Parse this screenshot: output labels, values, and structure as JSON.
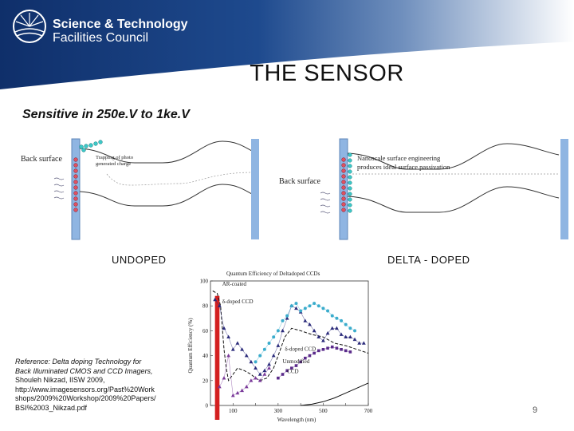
{
  "header": {
    "org_line1": "Science & Technology",
    "org_line2": "Facilities Council"
  },
  "slide": {
    "title": "THE SENSOR",
    "subtitle": "Sensitive in 250e.V to 1ke.V",
    "page_number": "9"
  },
  "diagram_left": {
    "back_surface": "Back surface",
    "annotation_line1": "Trapping of photo",
    "annotation_line2": "generated charge",
    "caption": "UNDOPED"
  },
  "diagram_right": {
    "back_surface": "Back surface",
    "annotation_line1": "Nanoscale surface engineering",
    "annotation_line2": "produces ideal surface passivation",
    "caption": "DELTA - DOPED"
  },
  "reference": {
    "line1": "Reference: Delta doping Technology for",
    "line2": "Back Illuminated CMOS and CCD Imagers,",
    "line3": "Shouleh Nikzad, IISW 2009,",
    "line4": "http://www.imagesensors.org/Past%20Work",
    "line5": "shops/2009%20Workshop/2009%20Papers/",
    "line6": "BSI%2003_Nikzad.pdf"
  },
  "chart_data": {
    "type": "scatter",
    "title": "Quantum Efficiency of Deltadoped CCDs",
    "xlabel": "Wavelength (nm)",
    "ylabel": "Quantum Efficiency (%)",
    "xlim": [
      0,
      700
    ],
    "ylim": [
      0,
      100
    ],
    "x_ticks": [
      100,
      200,
      300,
      400,
      500,
      600,
      700
    ],
    "y_ticks": [
      0,
      20,
      40,
      60,
      80,
      100
    ],
    "x_tick_labels": [
      "100",
      "",
      "300",
      "",
      "500",
      "",
      "700"
    ],
    "y_tick_labels": [
      "0",
      "20",
      "40",
      "60",
      "80",
      "100"
    ],
    "annotations": [
      "AR-coated",
      "δ-doped CCD",
      "δ-doped CCD",
      "Unmodified",
      "CCD"
    ],
    "highlight_band": {
      "x_range": [
        20,
        40
      ],
      "color": "#d42020"
    },
    "series": [
      {
        "color": "#2a2a7a",
        "marker": "triangle",
        "points": [
          [
            20,
            85
          ],
          [
            40,
            80
          ],
          [
            60,
            62
          ],
          [
            80,
            55
          ],
          [
            100,
            45
          ],
          [
            120,
            50
          ],
          [
            140,
            45
          ],
          [
            160,
            40
          ],
          [
            180,
            35
          ],
          [
            200,
            30
          ],
          [
            220,
            25
          ],
          [
            240,
            28
          ],
          [
            260,
            33
          ],
          [
            280,
            40
          ],
          [
            300,
            48
          ],
          [
            320,
            60
          ],
          [
            340,
            70
          ],
          [
            360,
            80
          ],
          [
            380,
            78
          ],
          [
            400,
            75
          ],
          [
            420,
            68
          ],
          [
            440,
            65
          ],
          [
            460,
            60
          ],
          [
            480,
            55
          ],
          [
            500,
            52
          ],
          [
            520,
            58
          ],
          [
            540,
            62
          ],
          [
            560,
            62
          ],
          [
            580,
            57
          ],
          [
            600,
            55
          ],
          [
            620,
            55
          ],
          [
            640,
            53
          ],
          [
            660,
            50
          ],
          [
            680,
            50
          ]
        ]
      },
      {
        "color": "#3aaccc",
        "marker": "circle",
        "points": [
          [
            200,
            35
          ],
          [
            220,
            40
          ],
          [
            240,
            45
          ],
          [
            260,
            50
          ],
          [
            280,
            55
          ],
          [
            300,
            60
          ],
          [
            320,
            68
          ],
          [
            340,
            72
          ],
          [
            360,
            80
          ],
          [
            380,
            82
          ],
          [
            400,
            76
          ],
          [
            420,
            78
          ],
          [
            440,
            80
          ],
          [
            460,
            82
          ],
          [
            480,
            80
          ],
          [
            500,
            78
          ],
          [
            520,
            76
          ],
          [
            540,
            72
          ],
          [
            560,
            70
          ],
          [
            580,
            68
          ],
          [
            600,
            65
          ],
          [
            620,
            62
          ],
          [
            640,
            60
          ]
        ]
      },
      {
        "color": "#5a2a8a",
        "marker": "square",
        "points": [
          [
            300,
            22
          ],
          [
            320,
            25
          ],
          [
            340,
            28
          ],
          [
            360,
            30
          ],
          [
            380,
            32
          ],
          [
            400,
            35
          ],
          [
            420,
            38
          ],
          [
            440,
            40
          ],
          [
            460,
            42
          ],
          [
            480,
            44
          ],
          [
            500,
            45
          ],
          [
            520,
            46
          ],
          [
            540,
            47
          ],
          [
            560,
            46
          ],
          [
            580,
            45
          ],
          [
            600,
            44
          ],
          [
            620,
            43
          ]
        ]
      },
      {
        "color": "#7a3a9a",
        "marker": "triangle",
        "points": [
          [
            40,
            15
          ],
          [
            60,
            22
          ],
          [
            80,
            40
          ],
          [
            100,
            8
          ],
          [
            120,
            10
          ],
          [
            140,
            12
          ],
          [
            160,
            15
          ],
          [
            180,
            20
          ],
          [
            200,
            22
          ],
          [
            220,
            20
          ],
          [
            240,
            25
          ],
          [
            260,
            30
          ]
        ]
      }
    ],
    "lines": [
      {
        "color": "#111111",
        "style": "dashed",
        "points": [
          [
            10,
            92
          ],
          [
            30,
            90
          ],
          [
            45,
            80
          ],
          [
            60,
            45
          ],
          [
            70,
            30
          ],
          [
            80,
            20
          ],
          [
            100,
            25
          ],
          [
            120,
            30
          ],
          [
            150,
            28
          ],
          [
            180,
            25
          ],
          [
            200,
            22
          ],
          [
            220,
            20
          ],
          [
            250,
            22
          ],
          [
            280,
            30
          ],
          [
            300,
            40
          ],
          [
            330,
            55
          ],
          [
            360,
            62
          ],
          [
            400,
            60
          ],
          [
            450,
            57
          ],
          [
            500,
            55
          ],
          [
            550,
            50
          ],
          [
            600,
            48
          ],
          [
            650,
            45
          ],
          [
            700,
            42
          ]
        ]
      },
      {
        "color": "#111111",
        "style": "solid",
        "points": [
          [
            400,
            0
          ],
          [
            450,
            1
          ],
          [
            500,
            3
          ],
          [
            550,
            6
          ],
          [
            600,
            10
          ],
          [
            650,
            14
          ],
          [
            700,
            18
          ]
        ]
      }
    ]
  }
}
